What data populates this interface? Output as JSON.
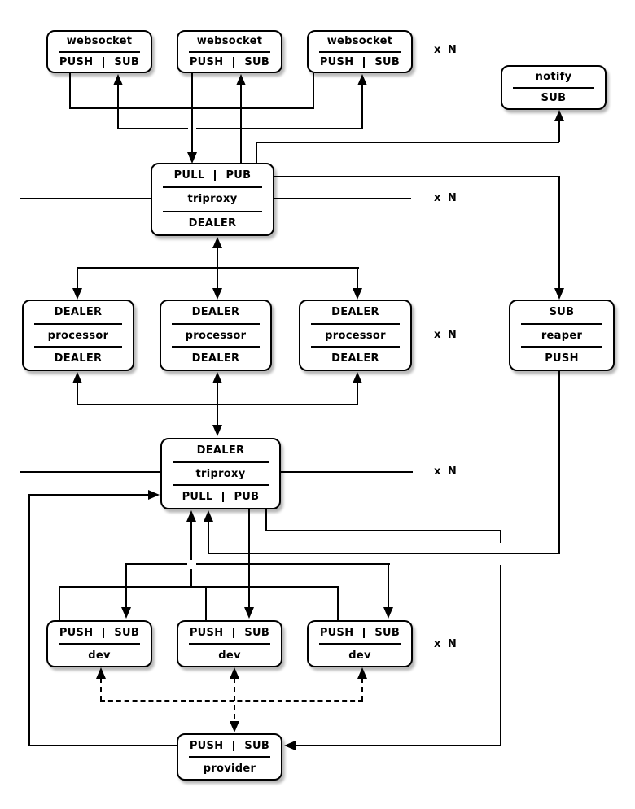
{
  "repeat_label": "x N",
  "colors": {
    "line": "#000000",
    "box_border": "#000000",
    "box_fill": "#ffffff"
  },
  "nodes": {
    "websocket1": {
      "title": "websocket",
      "push": "PUSH",
      "sub": "SUB"
    },
    "websocket2": {
      "title": "websocket",
      "push": "PUSH",
      "sub": "SUB"
    },
    "websocket3": {
      "title": "websocket",
      "push": "PUSH",
      "sub": "SUB"
    },
    "notify": {
      "title": "notify",
      "sub": "SUB"
    },
    "triproxy_top": {
      "pull": "PULL",
      "pub": "PUB",
      "title": "triproxy",
      "dealer": "DEALER"
    },
    "processor1": {
      "dealer_top": "DEALER",
      "title": "processor",
      "dealer_bottom": "DEALER"
    },
    "processor2": {
      "dealer_top": "DEALER",
      "title": "processor",
      "dealer_bottom": "DEALER"
    },
    "processor3": {
      "dealer_top": "DEALER",
      "title": "processor",
      "dealer_bottom": "DEALER"
    },
    "reaper": {
      "sub": "SUB",
      "title": "reaper",
      "push": "PUSH"
    },
    "triproxy_bottom": {
      "dealer": "DEALER",
      "title": "triproxy",
      "pull": "PULL",
      "pub": "PUB"
    },
    "dev1": {
      "push": "PUSH",
      "sub": "SUB",
      "title": "dev"
    },
    "dev2": {
      "push": "PUSH",
      "sub": "SUB",
      "title": "dev"
    },
    "dev3": {
      "push": "PUSH",
      "sub": "SUB",
      "title": "dev"
    },
    "provider": {
      "push": "PUSH",
      "sub": "SUB",
      "title": "provider"
    }
  }
}
